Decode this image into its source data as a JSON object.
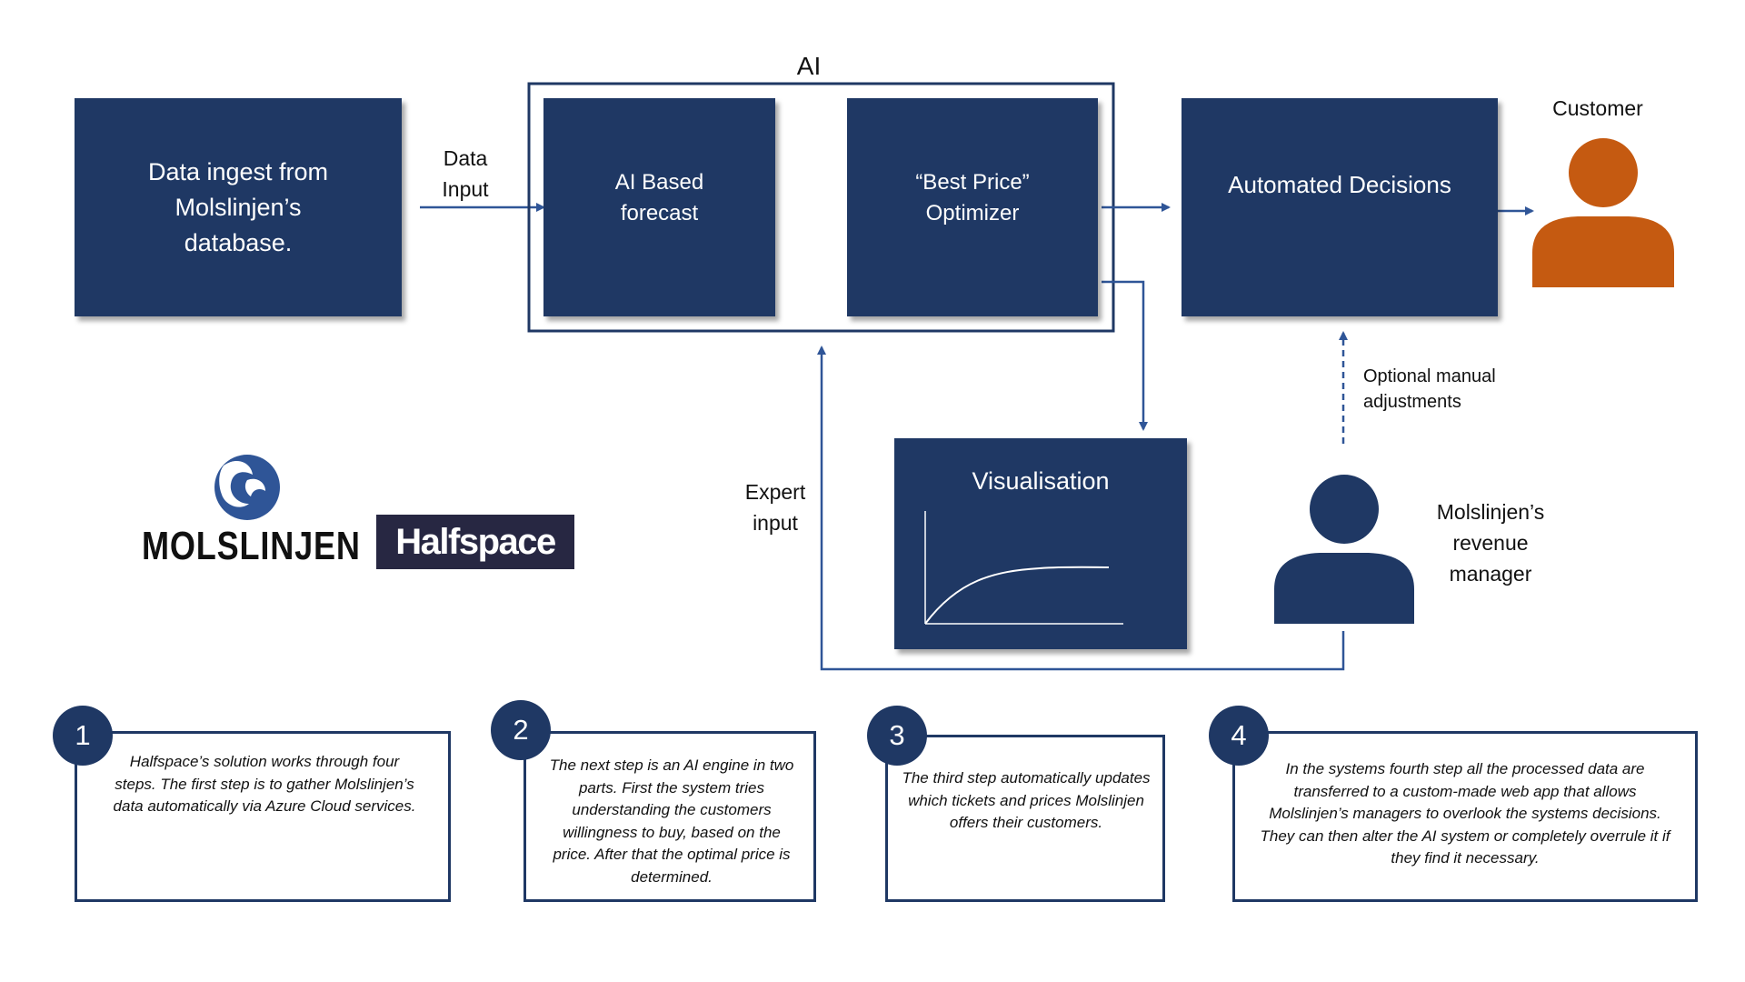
{
  "flow": {
    "ingest": "Data ingest from\nMolslinjen’s\ndatabase.",
    "data_input": "Data\nInput",
    "ai_group_title": "AI",
    "forecast": "AI Based\nforecast",
    "optimizer": "“Best Price”\nOptimizer",
    "automated": "Automated Decisions",
    "customer": "Customer",
    "optional_adjustments": "Optional manual\nadjustments",
    "visualisation": "Visualisation",
    "expert_input": "Expert\ninput",
    "revenue_manager": "Molslinjen’s\nrevenue\nmanager"
  },
  "logos": {
    "molslinjen": "MOLSLINJEN",
    "halfspace": "Halfspace"
  },
  "steps": [
    {
      "number": "1",
      "text": "Halfspace’s solution works through four steps. The first step is to gather Molslinjen’s data automatically via Azure Cloud services."
    },
    {
      "number": "2",
      "text": "The next step is an AI engine in two parts. First the system tries understanding the customers willingness to buy, based on the price. After that the optimal price is determined."
    },
    {
      "number": "3",
      "text": "The third step automatically updates which tickets and prices Molslinjen offers their customers."
    },
    {
      "number": "4",
      "text": "In the systems fourth step all the processed data are transferred to a custom-made web app that allows Molslinjen’s managers to overlook the systems decisions. They can then alter the AI system or completely overrule it if they find it necessary."
    }
  ],
  "colors": {
    "navy": "#1f3864",
    "customer_orange": "#c55a11",
    "line_blue": "#2f5597"
  }
}
